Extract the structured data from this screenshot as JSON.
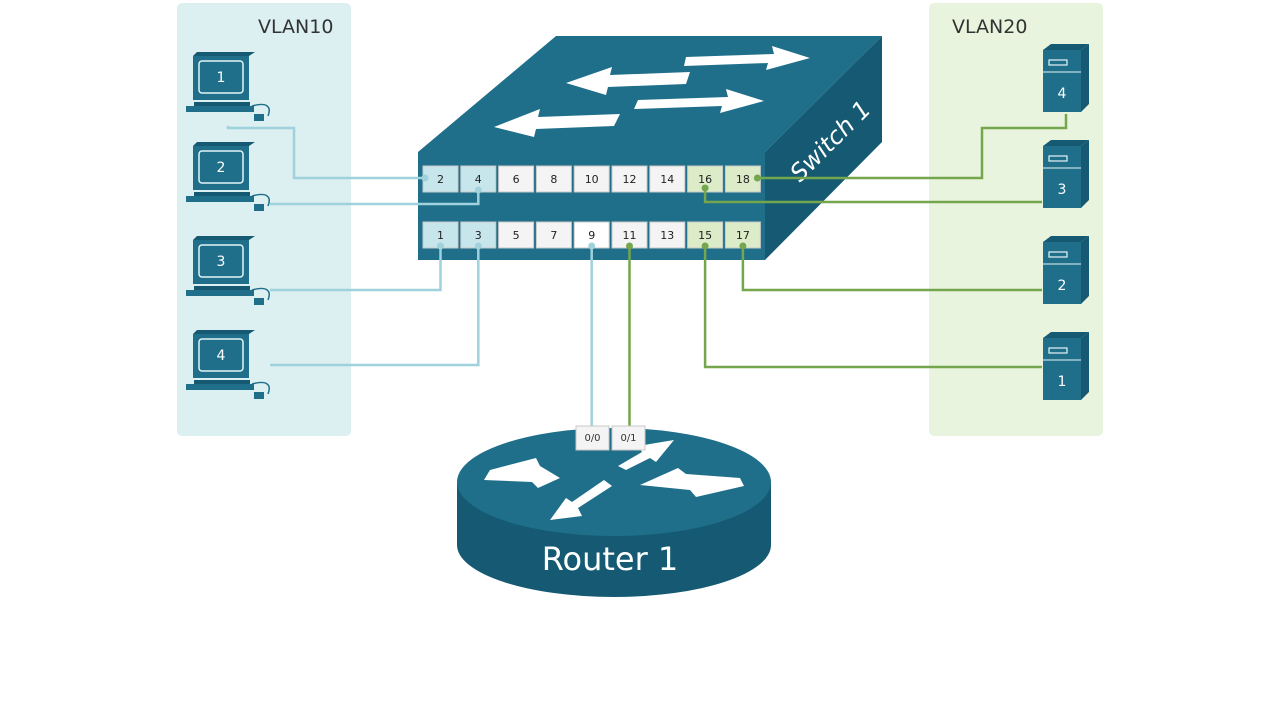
{
  "colors": {
    "device": "#1f6f8b",
    "device_dark": "#155a72",
    "vlan10_bg": "#dcf0f1",
    "vlan10_line": "#9fd2dc",
    "vlan10_port": "#c7e6ec",
    "vlan20_bg": "#e9f4df",
    "vlan20_line": "#74a64d",
    "vlan20_port": "#dcebc8",
    "port_default": "#f4f4f4"
  },
  "vlan10": {
    "title": "VLAN10",
    "computers": [
      "1",
      "2",
      "3",
      "4"
    ]
  },
  "vlan20": {
    "title": "VLAN20",
    "servers": [
      "4",
      "3",
      "2",
      "1"
    ]
  },
  "switch": {
    "name": "Switch 1",
    "top_row_ports": [
      "2",
      "4",
      "6",
      "8",
      "10",
      "12",
      "14",
      "16",
      "18"
    ],
    "bottom_row_ports": [
      "1",
      "3",
      "5",
      "7",
      "9",
      "11",
      "13",
      "15",
      "17"
    ],
    "vlan10_ports": [
      "1",
      "2",
      "3",
      "4"
    ],
    "vlan20_ports": [
      "15",
      "16",
      "17",
      "18"
    ],
    "trunk_port_vlan10": "9",
    "trunk_port_vlan20": "11"
  },
  "router": {
    "name": "Router 1",
    "interfaces": [
      "0/0",
      "0/1"
    ]
  }
}
